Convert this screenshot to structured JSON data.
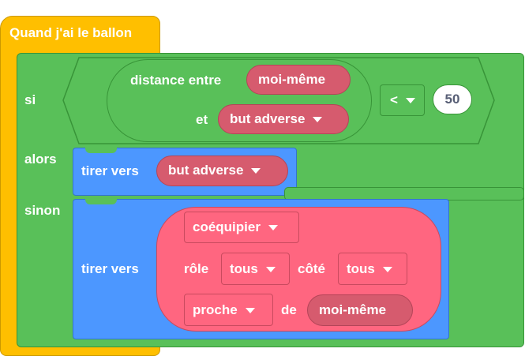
{
  "hat": {
    "label": "Quand j'ai le ballon"
  },
  "if_block": {
    "si_label": "si",
    "alors_label": "alors",
    "sinon_label": "sinon"
  },
  "condition": {
    "distance_label": "distance entre",
    "first_target": "moi-même",
    "et_label": "et",
    "second_target": "but adverse",
    "operator": "<",
    "value": "50"
  },
  "then_action": {
    "label": "tirer vers",
    "target": "but adverse"
  },
  "else_action": {
    "label": "tirer vers",
    "role_type": "coéquipier",
    "role_label": "rôle",
    "role_value": "tous",
    "side_label": "côté",
    "side_value": "tous",
    "proximity": "proche",
    "de_label": "de",
    "reference": "moi-même"
  },
  "colors": {
    "events": "#FFBF00",
    "control": "#59C059",
    "motion": "#4C97FF",
    "reporter": "#D65B6E",
    "reporter_light": "#FF6680"
  }
}
